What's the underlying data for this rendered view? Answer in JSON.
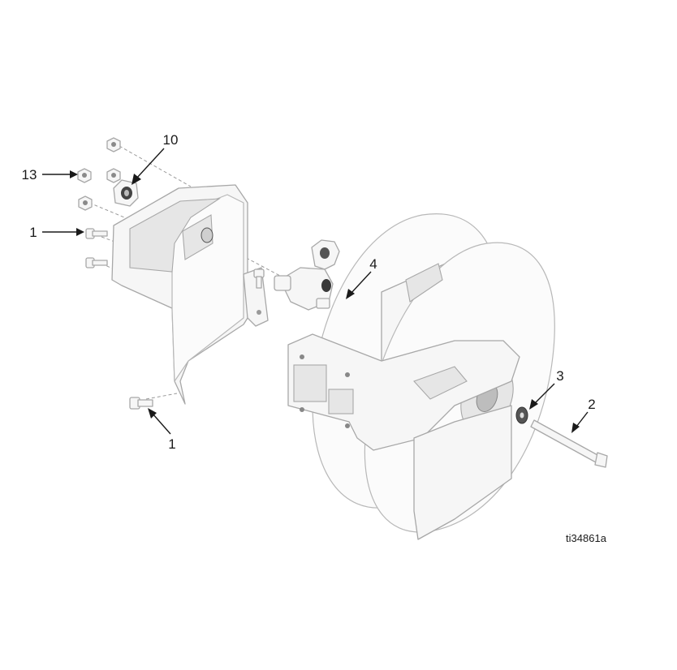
{
  "callouts": {
    "item_10": "10",
    "item_13": "13",
    "item_1_upper": "1",
    "item_1_lower": "1",
    "item_4": "4",
    "item_3": "3",
    "item_2": "2"
  },
  "figure_id": "ti34861a"
}
